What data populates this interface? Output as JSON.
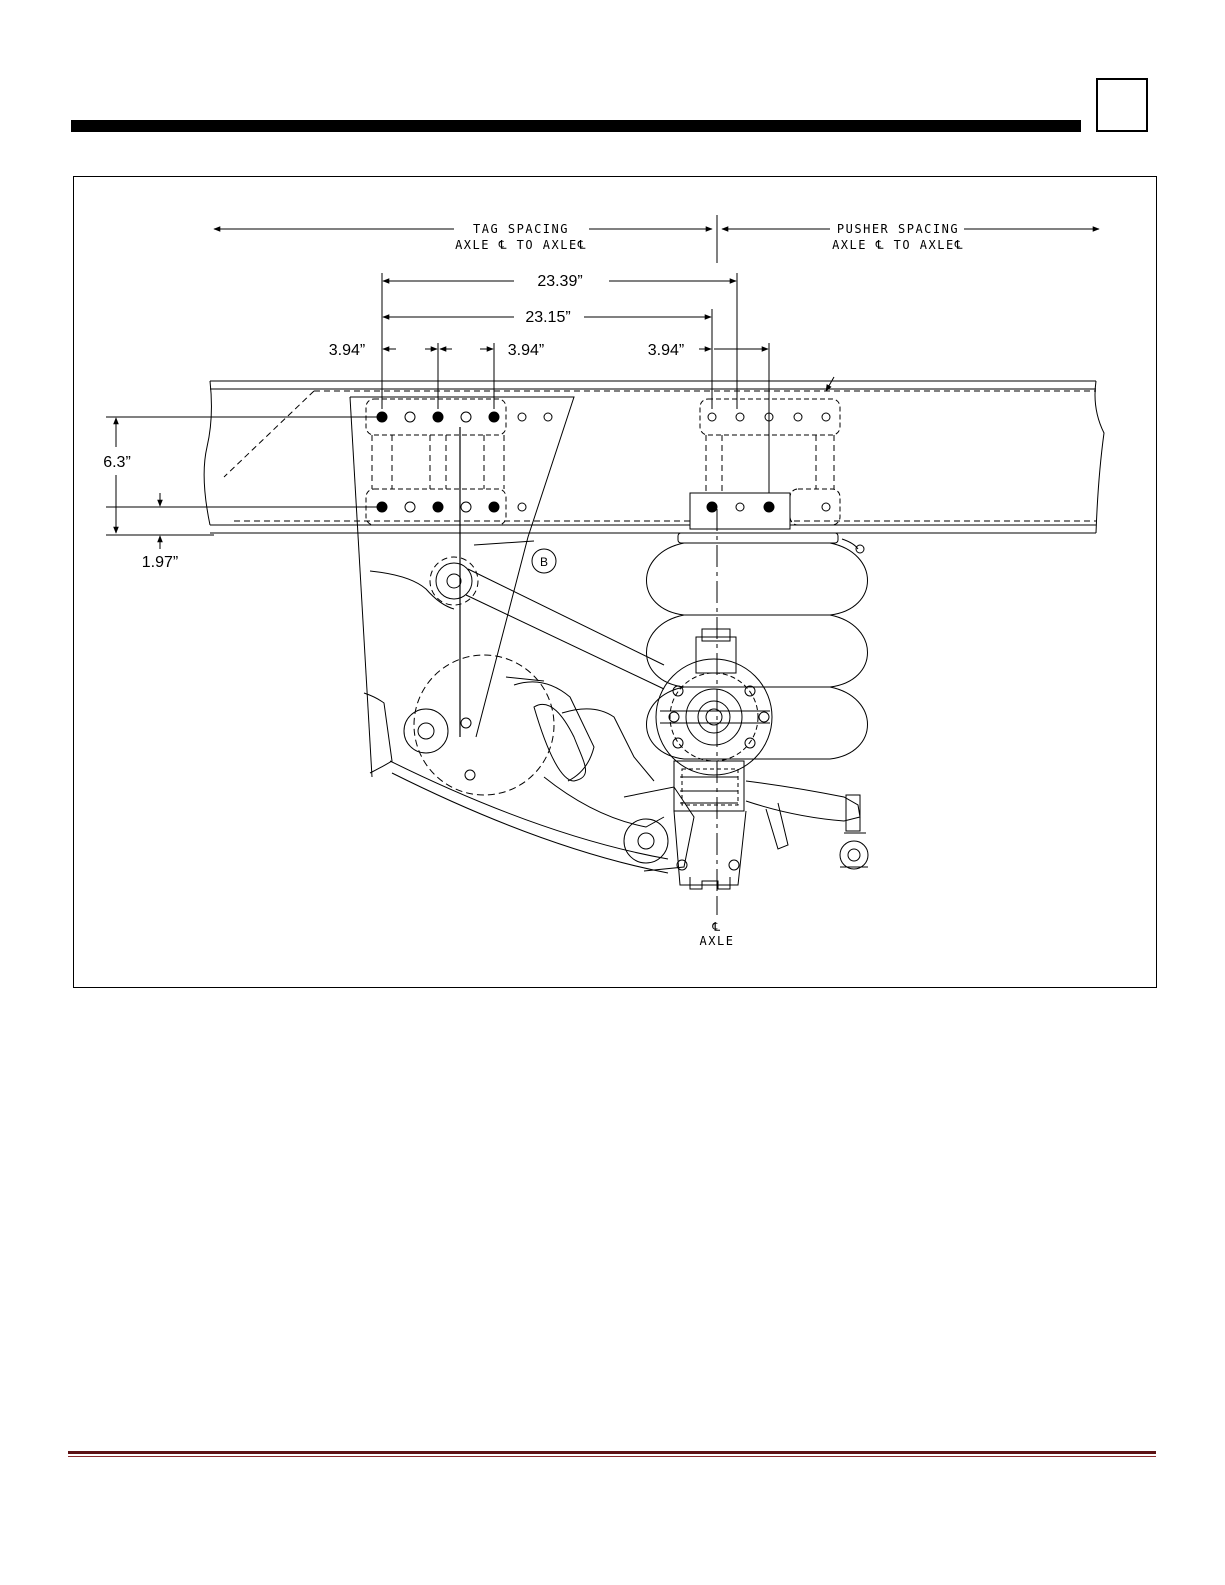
{
  "header": {
    "page_number": ""
  },
  "diagram": {
    "tag_spacing": {
      "line1": "TAG SPACING",
      "line2": "AXLE ℄ TO AXLE℄"
    },
    "pusher_spacing": {
      "line1": "PUSHER SPACING",
      "line2": "AXLE ℄ TO AXLE℄"
    },
    "dims": {
      "d1": "23.39”",
      "d2": "23.15”",
      "d3": "3.94”",
      "d4": "3.94”",
      "d5": "3.94”",
      "d6": "6.3”",
      "d7": "1.97”"
    },
    "callout_b": "B",
    "axle_symbol": "℄",
    "axle_label": "AXLE"
  },
  "colors": {
    "footer_rule": "#5c1214",
    "ink": "#000000"
  }
}
